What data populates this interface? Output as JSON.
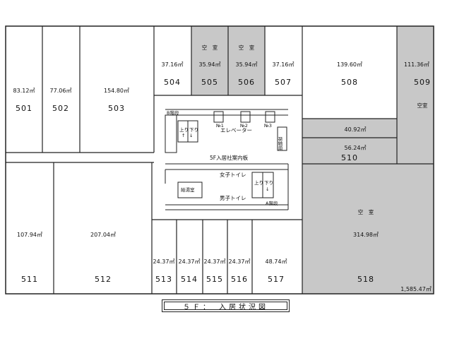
{
  "title": "５Ｆ：　入居状況図",
  "vacant_label": "空　室",
  "vacant_label_compact": "空室",
  "total_area": "1,585.47㎡",
  "units": [
    {
      "no": "501",
      "area": "83.12㎡",
      "vacant": false
    },
    {
      "no": "502",
      "area": "77.06㎡",
      "vacant": false
    },
    {
      "no": "503",
      "area": "154.80㎡",
      "vacant": false
    },
    {
      "no": "504",
      "area": "37.16㎡",
      "vacant": false
    },
    {
      "no": "505",
      "area": "35.94㎡",
      "vacant": true
    },
    {
      "no": "506",
      "area": "35.94㎡",
      "vacant": true
    },
    {
      "no": "507",
      "area": "37.16㎡",
      "vacant": false
    },
    {
      "no": "508",
      "area": "139.60㎡",
      "vacant": false
    },
    {
      "no": "509",
      "area": "111.36㎡",
      "vacant": true
    },
    {
      "no": "510",
      "area_a": "40.92㎡",
      "area_b": "56.24㎡",
      "vacant": true
    },
    {
      "no": "511",
      "area": "107.94㎡",
      "vacant": false
    },
    {
      "no": "512",
      "area": "207.04㎡",
      "vacant": false
    },
    {
      "no": "513",
      "area": "24.37㎡",
      "vacant": false
    },
    {
      "no": "514",
      "area": "24.37㎡",
      "vacant": false
    },
    {
      "no": "515",
      "area": "24.37㎡",
      "vacant": false
    },
    {
      "no": "516",
      "area": "24.37㎡",
      "vacant": false
    },
    {
      "no": "517",
      "area": "48.74㎡",
      "vacant": false
    },
    {
      "no": "518",
      "area": "314.98㎡",
      "vacant": true
    }
  ],
  "core": {
    "stair_b": "B階段",
    "stair_a": "A階段",
    "up": "上り",
    "down": "下り",
    "elevator": "エレベーター",
    "elevator_1": "№1",
    "elevator_2": "№2",
    "elevator_3": "№3",
    "freight": "荷物用",
    "directory": "5F入居社案内板",
    "womens_toilet": "女子トイレ",
    "mens_toilet": "男子トイレ",
    "kitchen": "給湯室"
  },
  "colors": {
    "vacant_fill": "#c8c8c8",
    "line": "#222222",
    "background": "#ffffff"
  }
}
